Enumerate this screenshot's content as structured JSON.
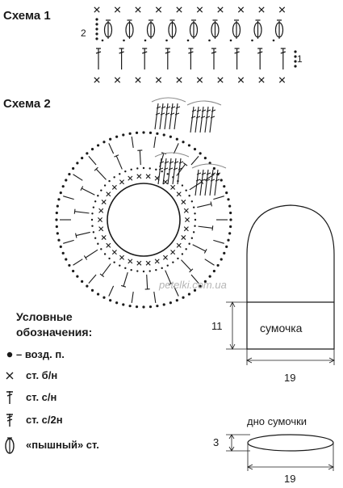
{
  "scheme1": {
    "title": "Схема 1",
    "row2": "2",
    "row1": "1"
  },
  "scheme2": {
    "title": "Схема 2"
  },
  "watermark": "petelki.com.ua",
  "legend": {
    "heading_line1": "Условные",
    "heading_line2": "обозначения:",
    "items": [
      {
        "symbol": "chain-dot",
        "text": "– возд. п."
      },
      {
        "symbol": "x-cross",
        "text": "ст. б/н"
      },
      {
        "symbol": "dc-stitch",
        "text": "ст. с/н"
      },
      {
        "symbol": "tr-stitch",
        "text": "ст. с/2н"
      },
      {
        "symbol": "puff-stitch",
        "text": "«пышный» ст."
      }
    ]
  },
  "bag": {
    "label": "сумочка",
    "height": "11",
    "width": "19"
  },
  "bottom": {
    "title": "дно сумочки",
    "height": "3",
    "width": "19"
  },
  "colors": {
    "ink": "#1a1a1a",
    "arrow": "#888888",
    "watermark": "#b5b5b5"
  }
}
